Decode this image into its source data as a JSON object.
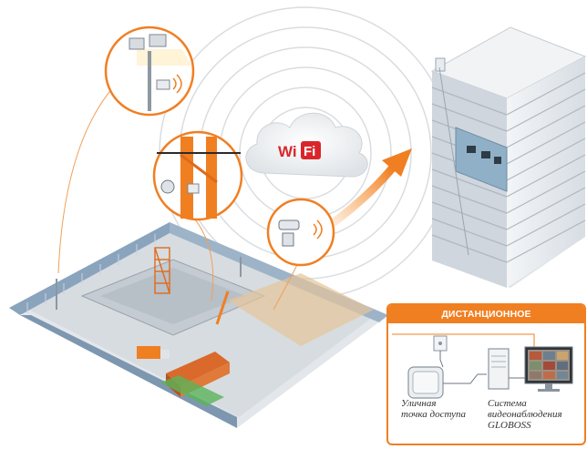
{
  "wifi_logo": {
    "part1": "Wi",
    "part2": "Fi"
  },
  "panel": {
    "title": "ДИСТАНЦИОННОЕ ВИДЕОНАБЛЮДЕНИЕ",
    "access_point": {
      "line1": "Уличная",
      "line2": "точка доступа"
    },
    "system": {
      "line1": "Система",
      "line2": "видеонаблюдения",
      "line3": "GLOBOSS"
    }
  },
  "colors": {
    "accent": "#f07f22",
    "wifi_red": "#d9262b",
    "fence": "#8aa4bd",
    "building": "#e9edf1"
  }
}
